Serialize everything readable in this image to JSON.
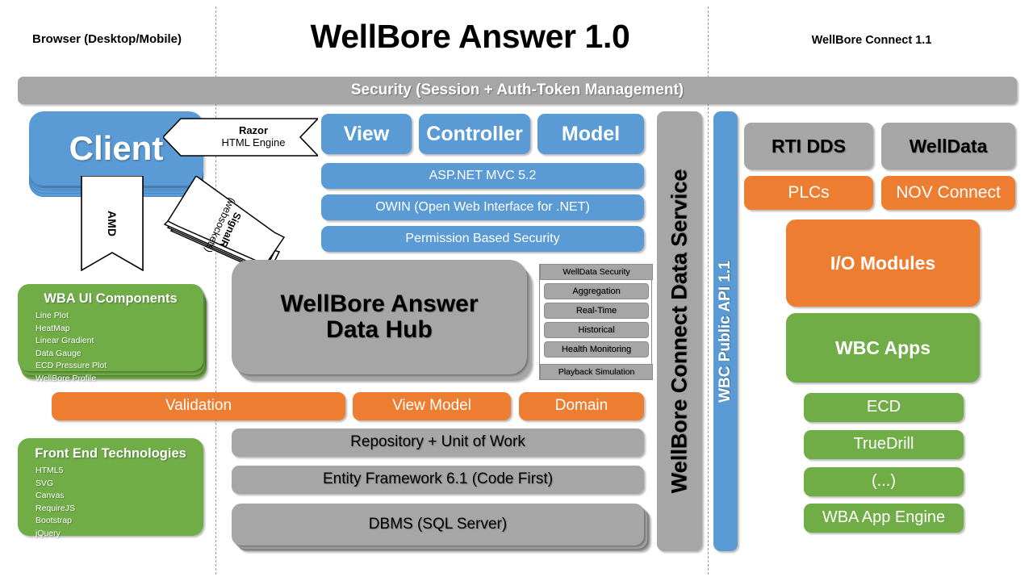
{
  "diagram": {
    "title": "WellBore Answer 1.0",
    "left_zone_label": "Browser (Desktop/Mobile)",
    "right_zone_label": "WellBore Connect 1.1",
    "security_bar": "Security (Session + Auth-Token Management)"
  },
  "colors": {
    "blue": "#5B9BD5",
    "green": "#70AD47",
    "orange": "#ED7D31",
    "gray": "#A6A6A6",
    "black": "#000000",
    "white": "#FFFFFF"
  },
  "client": {
    "label": "Client"
  },
  "ribbons": {
    "razor_title": "Razor",
    "razor_sub": "HTML Engine",
    "amd": "AMD",
    "signalr_title": "SignalR",
    "signalr_sub": "(websockets)"
  },
  "wba_ui_components": {
    "title": "WBA UI Components",
    "items": [
      "Line Plot",
      "HeatMap",
      "Linear Gradient",
      "Data Gauge",
      "ECD Pressure Plot",
      "WellBore Profile"
    ]
  },
  "front_end_technologies": {
    "title": "Front End Technologies",
    "items": [
      "HTML5",
      "SVG",
      "Canvas",
      "RequireJS",
      "Bootstrap",
      "jQuery"
    ]
  },
  "mvc": {
    "view": "View",
    "controller": "Controller",
    "model": "Model",
    "stack": [
      "ASP.NET MVC 5.2",
      "OWIN (Open Web Interface for .NET)",
      "Permission Based Security"
    ]
  },
  "data_hub": {
    "line1": "WellBore Answer",
    "line2": "Data Hub"
  },
  "welldata_panel": {
    "header": "WellData Security",
    "items": [
      "Aggregation",
      "Real-Time",
      "Historical",
      "Health Monitoring"
    ],
    "footer": "Playback Simulation"
  },
  "orange_row": {
    "validation": "Validation",
    "view_model": "View Model",
    "domain": "Domain"
  },
  "data_stack": {
    "repository": "Repository + Unit of Work",
    "entity_framework": "Entity Framework 6.1 (Code First)",
    "dbms": "DBMS (SQL Server)"
  },
  "vertical_bars": {
    "data_service": "WellBore Connect Data Service",
    "public_api": "WBC Public API 1.1"
  },
  "connect_right": {
    "rti_dds": "RTI DDS",
    "welldata": "WellData",
    "plcs": "PLCs",
    "nov_connect": "NOV Connect",
    "io_modules": "I/O Modules",
    "wbc_apps": "WBC Apps",
    "apps": [
      "ECD",
      "TrueDrill",
      "(...)"
    ],
    "app_engine": "WBA App Engine"
  }
}
